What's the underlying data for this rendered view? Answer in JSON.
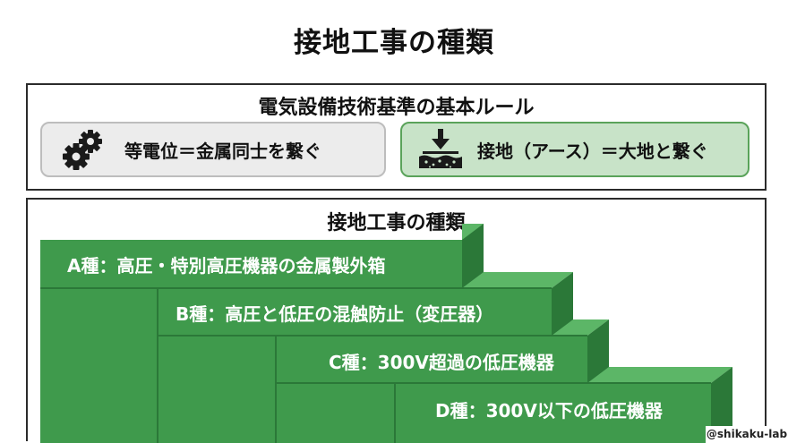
{
  "title": "接地工事の種類",
  "rules": {
    "heading": "電気設備技術基準の基本ルール",
    "equipotential": {
      "label": "等電位＝金属同士を繋ぐ",
      "icon": "gears-icon"
    },
    "earthing": {
      "label": "接地（アース）＝大地と繋ぐ",
      "icon": "grounding-icon"
    }
  },
  "types": {
    "heading": "接地工事の種類",
    "steps": [
      {
        "label": "A種：高圧・特別高圧機器の金属製外箱"
      },
      {
        "label": "B種：高圧と低圧の混触防止（変圧器）"
      },
      {
        "label": "C種：300V超過の低圧機器"
      },
      {
        "label": "D種：300V以下の低圧機器"
      }
    ]
  },
  "watermark": "@shikaku-lab",
  "colors": {
    "green": "#3f9a4c",
    "green_top": "#5cb667",
    "green_side": "#2b7838",
    "earth_card": "#c8e3c8",
    "equi_card": "#ececec"
  }
}
